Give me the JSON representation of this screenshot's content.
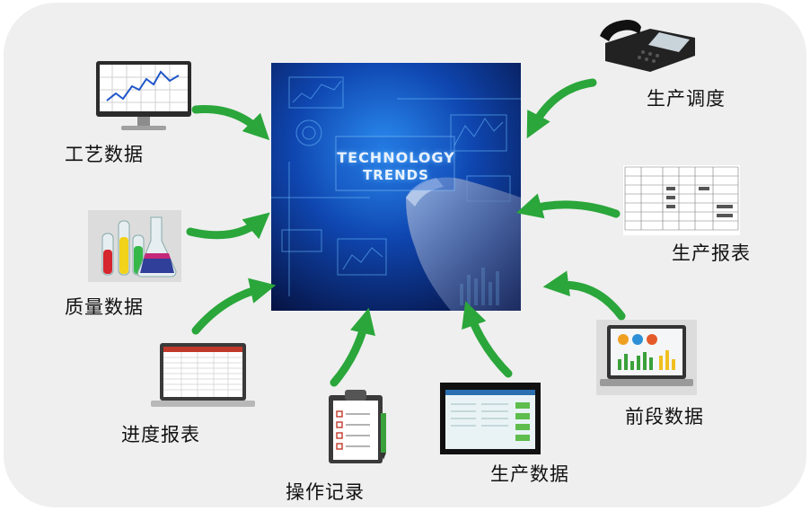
{
  "center": {
    "title_line1": "TECHNOLOGY",
    "title_line2": "TRENDS"
  },
  "nodes": {
    "process_data": "工艺数据",
    "quality_data": "质量数据",
    "progress_report": "进度报表",
    "operation_record": "操作记录",
    "production_data": "生产数据",
    "front_section_data": "前段数据",
    "production_report": "生产报表",
    "production_dispatch": "生产调度"
  },
  "colors": {
    "arrow": "#2aa63a",
    "background": "#efefef",
    "center_dark": "#081a55",
    "center_glow": "#1f78d8"
  }
}
